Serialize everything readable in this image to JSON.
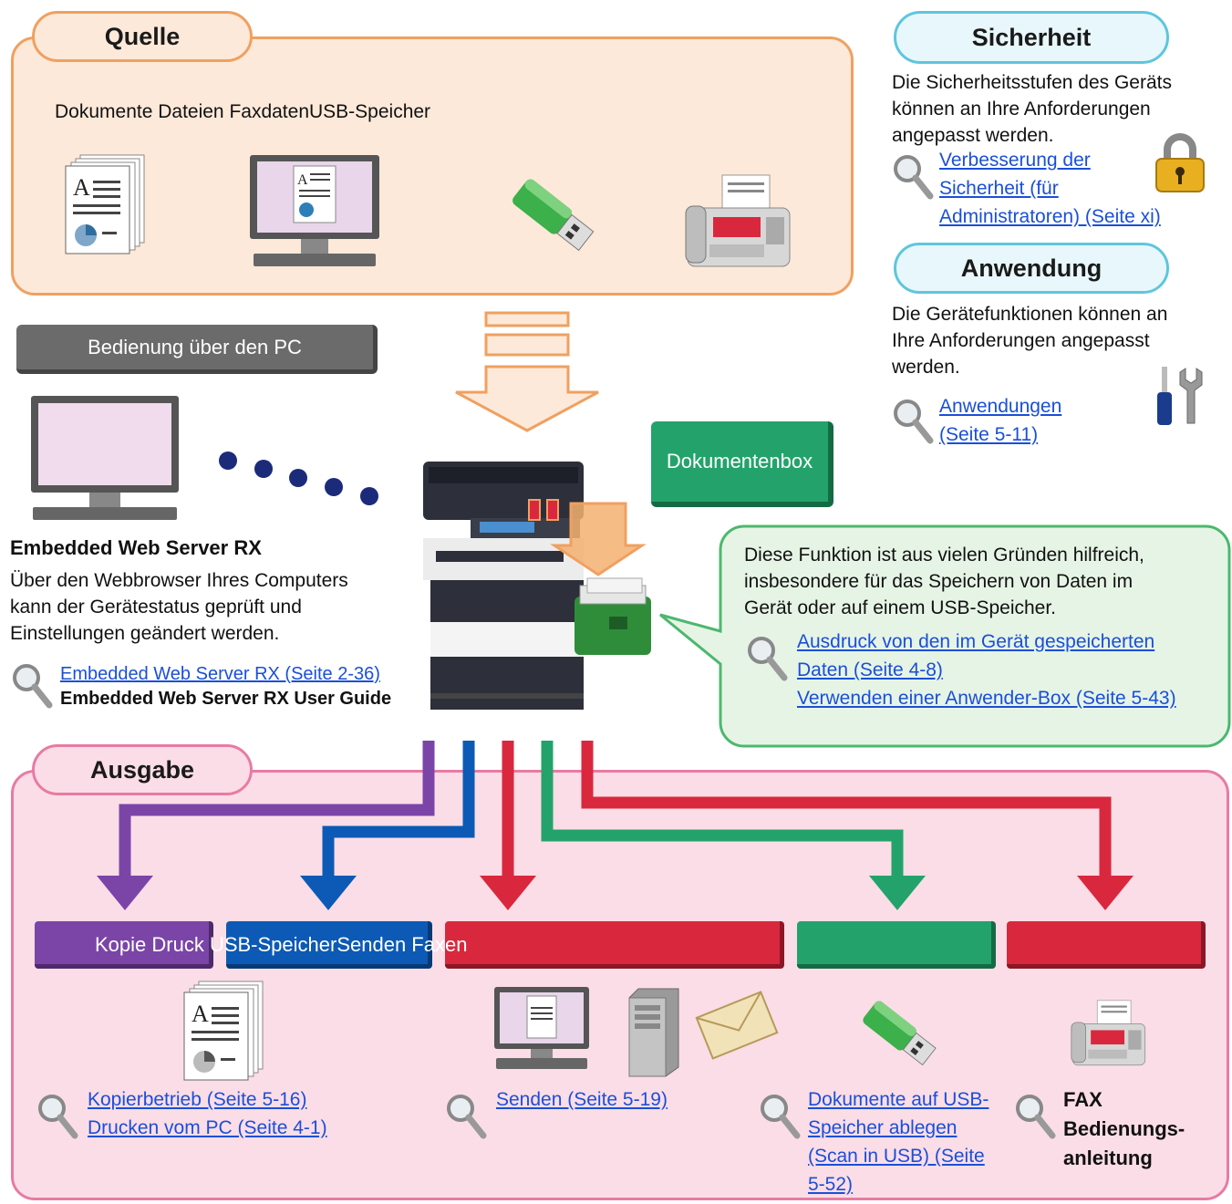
{
  "source": {
    "title": "Quelle",
    "items_text": "Dokumente Dateien FaxdatenUSB-Speicher"
  },
  "security": {
    "title": "Sicherheit",
    "description": [
      "Die Sicherheitsstufen des Geräts",
      "können an Ihre Anforderungen",
      "angepasst werden."
    ],
    "link_lines": [
      "Verbesserung der ",
      "Sicherheit (für ",
      "Administratoren) (Seite xi)"
    ]
  },
  "application": {
    "title": "Anwendung",
    "description": [
      "Die Gerätefunktionen können an",
      "Ihre Anforderungen angepasst",
      "werden."
    ],
    "link_lines": [
      "Anwendungen ",
      "(Seite 5-11)"
    ]
  },
  "pc_operation": {
    "label": "Bedienung über den PC",
    "heading": "Embedded Web Server RX",
    "description": [
      "Über den Webbrowser Ihres Computers",
      "kann der Gerätestatus geprüft und",
      "Einstellungen geändert werden."
    ],
    "link": "Embedded Web Server RX (Seite 2-36)",
    "guide": "Embedded Web Server RX User Guide"
  },
  "document_box": {
    "label": "Dokumentenbox",
    "description": [
      "Diese Funktion ist aus vielen Gründen hilfreich,",
      "insbesondere für das Speichern von Daten im",
      "Gerät oder auf einem USB-Speicher."
    ],
    "link_lines": [
      "Ausdruck von den im Gerät gespeicherten ",
      "Daten (Seite 4-8)",
      "Verwenden einer Anwender-Box (Seite 5-43)"
    ]
  },
  "output": {
    "title": "Ausgabe",
    "bar_text": "Kopie Druck USB-SpeicherSenden Faxen",
    "copy_links": [
      "Kopierbetrieb (Seite 5-16)",
      "Drucken vom PC (Seite 4-1)"
    ],
    "send_link": "Senden (Seite 5-19)",
    "usb_link_lines": [
      "Dokumente auf USB-",
      "Speicher ablegen ",
      "(Scan in USB) (Seite ",
      "5-52)"
    ],
    "fax_lines": [
      "FAX",
      "Bedienungs-",
      "anleitung"
    ]
  },
  "colors": {
    "source_bg": "#fde9d9",
    "source_border": "#f0a060",
    "security_bg": "#e8f7fb",
    "security_border": "#5ec6dd",
    "output_bg": "#fbdde7",
    "output_border": "#e87ba3",
    "box_bg": "#e6f4e6",
    "box_border": "#4cb86e",
    "purple": "#7b45a8",
    "blue": "#0c5ab5",
    "red": "#d9283d",
    "green": "#23a36b",
    "gray": "#6b6b6b"
  },
  "icons": [
    "document-stack-icon",
    "monitor-icon",
    "usb-stick-icon",
    "fax-machine-icon",
    "padlock-icon",
    "tools-icon",
    "magnifier-icon",
    "mfp-printer-icon",
    "folder-box-icon",
    "server-tower-icon",
    "envelope-icon"
  ]
}
